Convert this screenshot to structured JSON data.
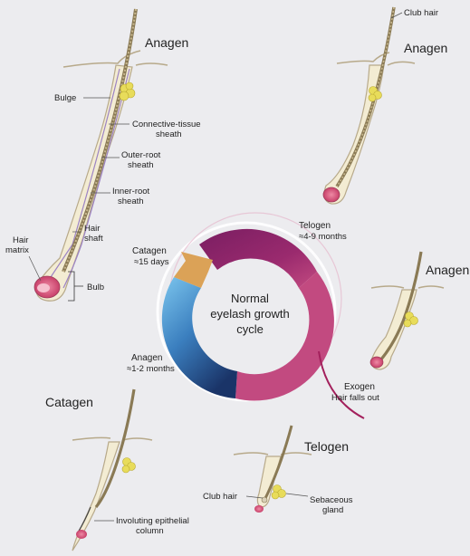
{
  "panels": {
    "anagen_large": {
      "title": "Anagen",
      "labels": {
        "bulge": "Bulge",
        "ct_sheath_1": "Connective-tissue",
        "ct_sheath_2": "sheath",
        "outer_root_1": "Outer-root",
        "outer_root_2": "sheath",
        "inner_root_1": "Inner-root",
        "inner_root_2": "sheath",
        "hair_shaft_1": "Hair",
        "hair_shaft_2": "shaft",
        "hair_matrix_1": "Hair",
        "hair_matrix_2": "matrix",
        "bulb": "Bulb"
      }
    },
    "anagen_top_right": {
      "title": "Anagen",
      "club_hair": "Club hair"
    },
    "anagen_mid_right": {
      "title": "Anagen"
    },
    "catagen_bottom_left": {
      "title": "Catagen",
      "involuting_1": "Involuting epithelial",
      "involuting_2": "column"
    },
    "telogen_bottom": {
      "title": "Telogen",
      "club_hair": "Club hair",
      "sebaceous_1": "Sebaceous",
      "sebaceous_2": "gland"
    }
  },
  "cycle": {
    "center_1": "Normal",
    "center_2": "eyelash growth",
    "center_3": "cycle",
    "telogen": "Telogen",
    "telogen_dur": "≈4-9 months",
    "catagen": "Catagen",
    "catagen_dur": "≈15 days",
    "anagen": "Anagen",
    "anagen_dur": "≈1-2 months",
    "exogen": "Exogen",
    "exogen_dur": "Hair falls out"
  },
  "colors": {
    "skin": "#f3ecd3",
    "skin_outline": "#b7a98a",
    "gland": "#e8dc5a",
    "bulb": "#d9587a",
    "sheath": "#9c83c4",
    "telogen": "#8a2466",
    "exogen": "#c24a80",
    "anagen_light": "#6ab8e6",
    "anagen_dark": "#1e3f78",
    "catagen": "#dba257"
  }
}
